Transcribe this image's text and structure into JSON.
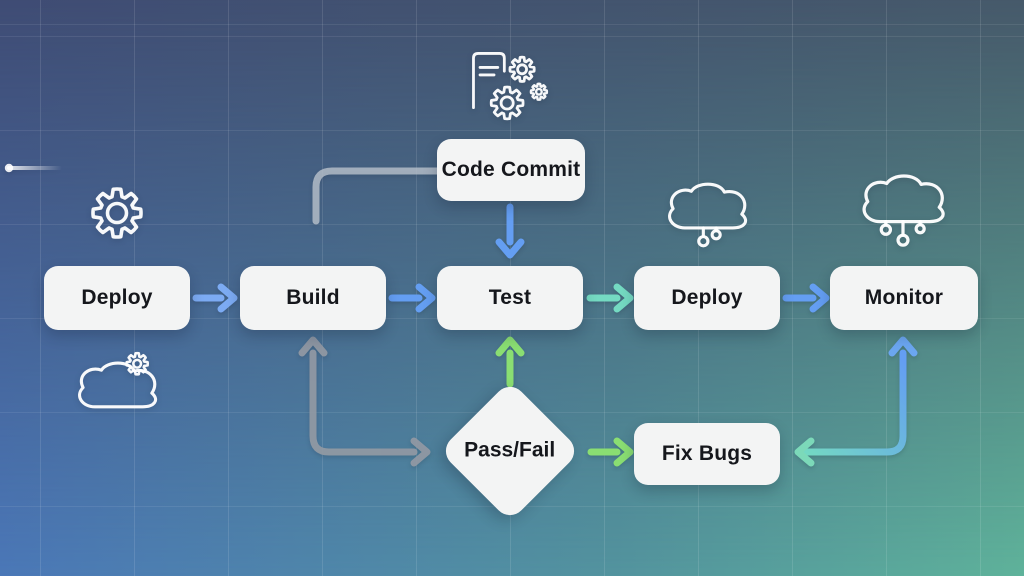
{
  "diagram": {
    "type": "flowchart",
    "nodes": {
      "code_commit": {
        "label": "Code Commit",
        "shape": "rounded-rect"
      },
      "deploy_source": {
        "label": "Deploy",
        "shape": "rounded-rect"
      },
      "build": {
        "label": "Build",
        "shape": "rounded-rect"
      },
      "test": {
        "label": "Test",
        "shape": "rounded-rect"
      },
      "deploy_release": {
        "label": "Deploy",
        "shape": "rounded-rect"
      },
      "monitor": {
        "label": "Monitor",
        "shape": "rounded-rect"
      },
      "pass_fail": {
        "label": "Pass/Fail",
        "shape": "diamond"
      },
      "fix_bugs": {
        "label": "Fix Bugs",
        "shape": "rounded-rect"
      }
    },
    "edges": [
      {
        "from": "Deploy (source)",
        "to": "Build",
        "style": "arrow",
        "color_key": "arrow_blue_light"
      },
      {
        "from": "Build",
        "to": "Test",
        "style": "arrow",
        "color_key": "arrow_blue"
      },
      {
        "from": "Code Commit",
        "to": "Test",
        "style": "arrow",
        "color_key": "arrow_blue"
      },
      {
        "from": "Test",
        "to": "Deploy",
        "style": "arrow",
        "color_key": "arrow_teal"
      },
      {
        "from": "Deploy",
        "to": "Monitor",
        "style": "arrow",
        "color_key": "arrow_blue"
      },
      {
        "from": "Pass/Fail",
        "to": "Test",
        "style": "arrow",
        "color_key": "arrow_green"
      },
      {
        "from": "Pass/Fail",
        "to": "Fix Bugs",
        "style": "arrow",
        "color_key": "arrow_green"
      },
      {
        "from": "Pass/Fail loop",
        "to": "Build",
        "style": "double-headed elbow",
        "color_key": "arrow_gray"
      },
      {
        "from": "Monitor loop",
        "to": "Fix Bugs",
        "style": "double-headed elbow",
        "color_key": "arrow_teal_to_blue_gradient"
      },
      {
        "from": "Code Commit",
        "to": "(unterminated)",
        "style": "plain elbow line",
        "color_key": "line_gray_light"
      }
    ],
    "icons": [
      {
        "name": "gear-icon",
        "position": "above Deploy (source)"
      },
      {
        "name": "cloud-gear-icon",
        "position": "below Deploy (source)"
      },
      {
        "name": "document-gears-icon",
        "position": "above Code Commit"
      },
      {
        "name": "cloud-deploy-icon",
        "position": "above Deploy (release)"
      },
      {
        "name": "cloud-monitor-icon",
        "position": "above Monitor"
      }
    ],
    "colors": {
      "arrow_blue_light": "#7cabf3",
      "arrow_blue": "#649ef2",
      "arrow_teal": "#74dac2",
      "arrow_green": "#8ade72",
      "arrow_gray": "#939aa4",
      "line_gray_light": "#bac3cd",
      "head_teal": "#7cd9b9",
      "head_blue": "#6ba6f0",
      "node_bg": "#f3f4f4",
      "node_text": "#15171c",
      "icon_white": "#ffffff",
      "bg_top_left": "#3f4c74",
      "bg_top_right": "#46596a",
      "bg_bottom_left": "#4b78b8",
      "bg_bottom_right": "#5fb39b",
      "grid_line": "rgba(255,255,255,0.10)"
    }
  }
}
